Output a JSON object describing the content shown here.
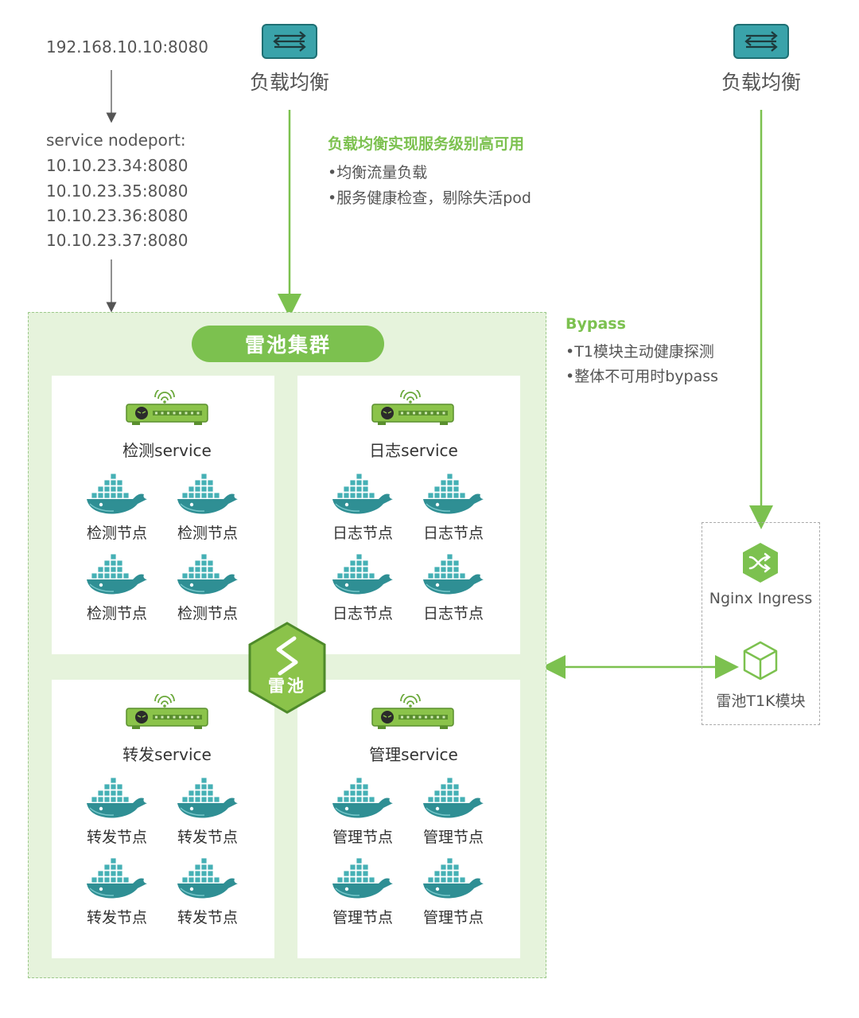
{
  "client": {
    "address": "192.168.10.10:8080",
    "nodeport_title": "service nodeport:",
    "nodeports": [
      "10.10.23.34:8080",
      "10.10.23.35:8080",
      "10.10.23.36:8080",
      "10.10.23.37:8080"
    ]
  },
  "load_balancers": [
    {
      "label": "负载均衡",
      "icon": "load-balancer-icon"
    },
    {
      "label": "负载均衡",
      "icon": "load-balancer-icon"
    }
  ],
  "lb_note": {
    "title": "负载均衡实现服务级别高可用",
    "items": [
      "•均衡流量负载",
      "•服务健康检查，剔除失活pod"
    ]
  },
  "bypass_note": {
    "title": "Bypass",
    "items": [
      "•T1模块主动健康探测",
      "•整体不可用时bypass"
    ]
  },
  "cluster": {
    "title": "雷池集群",
    "center_badge": "雷池",
    "services": [
      {
        "name": "检测service",
        "nodes": [
          "检测节点",
          "检测节点",
          "检测节点",
          "检测节点"
        ]
      },
      {
        "name": "日志service",
        "nodes": [
          "日志节点",
          "日志节点",
          "日志节点",
          "日志节点"
        ]
      },
      {
        "name": "转发service",
        "nodes": [
          "转发节点",
          "转发节点",
          "转发节点",
          "转发节点"
        ]
      },
      {
        "name": "管理service",
        "nodes": [
          "管理节点",
          "管理节点",
          "管理节点",
          "管理节点"
        ]
      }
    ]
  },
  "side": {
    "ingress_label": "Nginx Ingress",
    "module_label": "雷池T1K模块"
  },
  "colors": {
    "green": "#7cc14f",
    "teal": "#3aa3aa",
    "cluster_bg": "#e6f3dc"
  }
}
